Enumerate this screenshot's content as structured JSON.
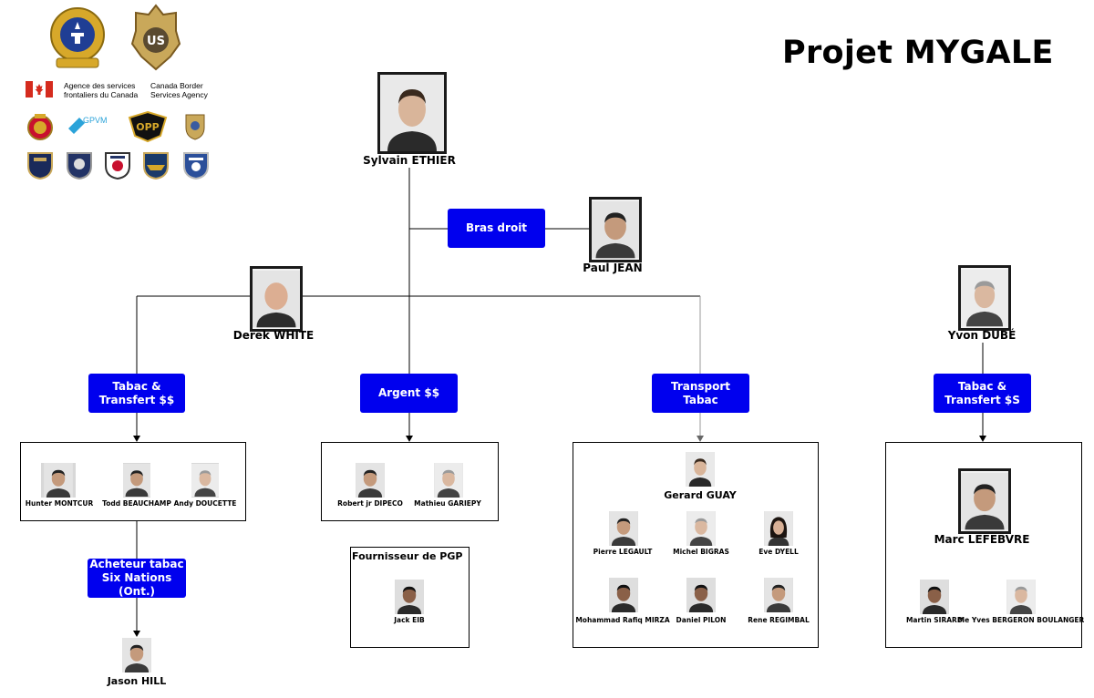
{
  "title": "Projet MYGALE",
  "logos": {
    "agency_fr": "Agence des services\nfrontaliers du Canada",
    "agency_en": "Canada Border\nServices Agency",
    "gpvm": "GPVM",
    "opp": "OPP",
    "us": "US"
  },
  "leader": {
    "name": "Sylvain ETHIER"
  },
  "right_hand": {
    "label": "Bras droit",
    "name": "Paul JEAN"
  },
  "lieutenants": [
    {
      "name": "Derek WHITE"
    },
    {
      "name": "Yvon DUBÉ"
    }
  ],
  "roles": {
    "tabac_white": "Tabac &\nTransfert $$",
    "argent": "Argent $$",
    "transport": "Transport\nTabac",
    "tabac_dube": "Tabac &\nTransfert $S",
    "acheteur": "Acheteur tabac\nSix Nations (Ont.)"
  },
  "groups": {
    "tabac_white": [
      "Hunter MONTCUR",
      "Todd BEAUCHAMP",
      "Andy DOUCETTE"
    ],
    "argent": [
      "Robert jr DIPECO",
      "Mathieu GARIEPY"
    ],
    "fournisseur": {
      "title": "Fournisseur de PGP",
      "members": [
        "Jack EIB"
      ]
    },
    "transport": {
      "head": "Gerard GUAY",
      "members": [
        "Pierre LEGAULT",
        "Michel BIGRAS",
        "Eve DYELL",
        "Mohammad Rafiq MIRZA",
        "Daniel PILON",
        "Rene REGIMBAL"
      ]
    },
    "dube": {
      "head": "Marc LEFEBVRE",
      "members": [
        "Martin SIRARD",
        "Me Yves BERGERON BOULANGER"
      ]
    }
  },
  "buyer": {
    "name": "Jason HILL"
  },
  "colors": {
    "role_box": "#0000ee",
    "line": "#000000",
    "title": "#000000"
  }
}
